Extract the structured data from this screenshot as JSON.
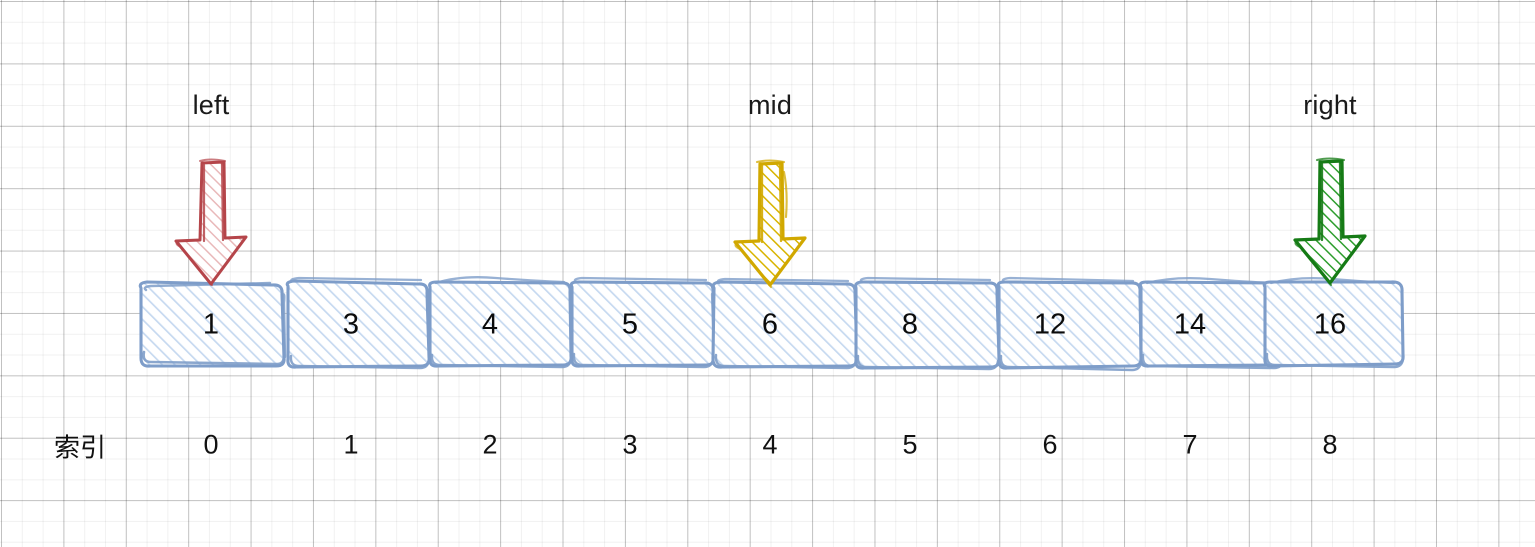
{
  "diagram": {
    "title": "binary-search-pointers",
    "background": {
      "grid_minor_color": "#f0f0f0",
      "grid_major_color": "#cccccc"
    },
    "array": {
      "label_prefix": "索引",
      "box_stroke_color": "#7e9dc9",
      "box_hatch_color": "#c6d9f0",
      "cells": [
        {
          "value": "1",
          "index": "0"
        },
        {
          "value": "3",
          "index": "1"
        },
        {
          "value": "4",
          "index": "2"
        },
        {
          "value": "5",
          "index": "3"
        },
        {
          "value": "6",
          "index": "4"
        },
        {
          "value": "8",
          "index": "5"
        },
        {
          "value": "12",
          "index": "6"
        },
        {
          "value": "14",
          "index": "7"
        },
        {
          "value": "16",
          "index": "8"
        }
      ]
    },
    "pointers": [
      {
        "name": "left",
        "label": "left",
        "index": 0,
        "color": "#b5454a",
        "fill": "#f2d6d7"
      },
      {
        "name": "mid",
        "label": "mid",
        "index": 4,
        "color": "#d1a800",
        "fill": "#f6e7a0"
      },
      {
        "name": "right",
        "label": "right",
        "index": 8,
        "color": "#167b16",
        "fill": "#bfe0bf"
      }
    ]
  }
}
